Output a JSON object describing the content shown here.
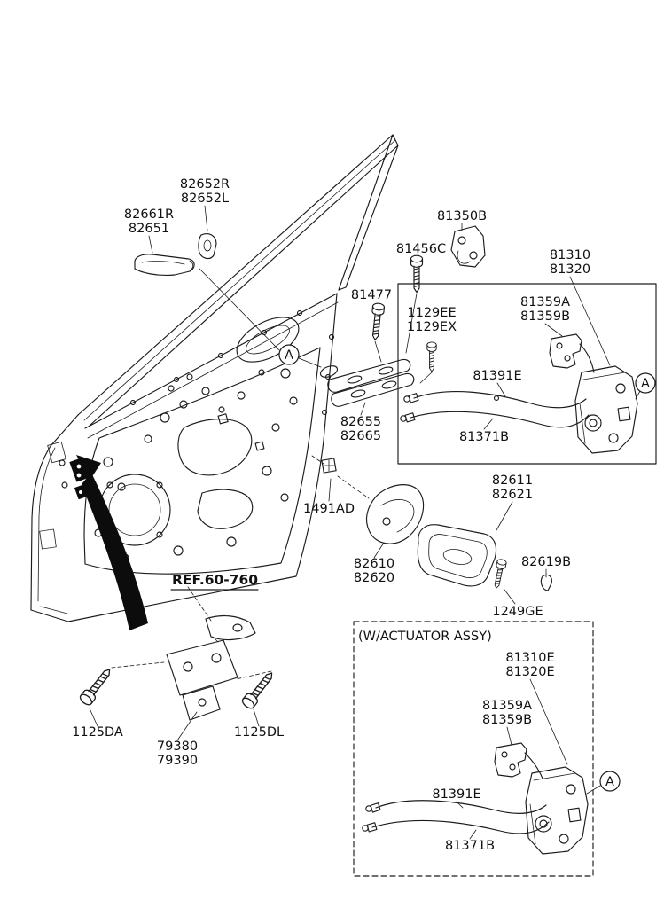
{
  "page": {
    "background": "#ffffff",
    "ink": "#1c1c1c",
    "text_color": "#111111"
  },
  "diagram": {
    "type": "exploded-parts-diagram",
    "subject": "front-door-locking-mechanism",
    "labels": {
      "outside_handle_cover_r": "82652R",
      "outside_handle_cover_l": "82652L",
      "outside_handle_r": "82661R",
      "outside_handle": "82651",
      "striker": "81350B",
      "striker_bolt": "81456C",
      "latch_r": "81310",
      "latch_l": "81320",
      "handle_bolt": "81477",
      "base_bolt_ee": "1129EE",
      "base_bolt_ex": "1129EX",
      "latch_bracket_a": "81359A",
      "latch_bracket_b": "81359B",
      "lock_cable": "81391E",
      "handle_base_r": "82655",
      "handle_base_l": "82665",
      "latch_cable": "81371B",
      "bezel_r": "82611",
      "bezel_l": "82621",
      "clip": "1491AD",
      "inside_handle_r": "82610",
      "inside_handle_l": "82620",
      "grommet": "82619B",
      "screw": "1249GE",
      "ref": "REF.60-760",
      "actuator_title": "(W/ACTUATOR ASSY)",
      "actuator_latch_r": "81310E",
      "actuator_latch_l": "81320E",
      "actuator_bracket_a": "81359A",
      "actuator_bracket_b": "81359B",
      "actuator_lock_cable": "81391E",
      "actuator_latch_cable": "81371B",
      "hinge_bolt_a": "1125DA",
      "hinge_bolt_b": "1125DL",
      "checker_r": "79380",
      "checker_l": "79390",
      "marker": "A"
    }
  }
}
